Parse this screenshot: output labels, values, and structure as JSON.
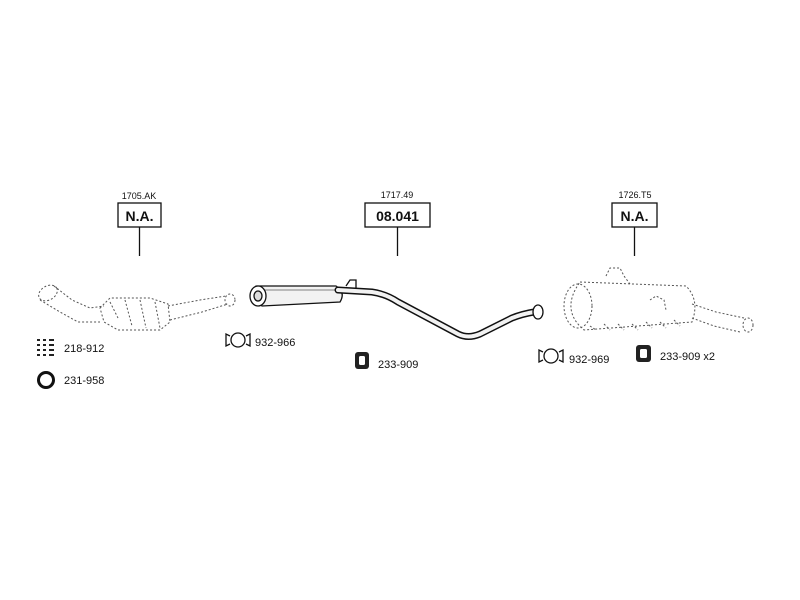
{
  "sections": [
    {
      "ref": "1705.AK",
      "code": "N.A."
    },
    {
      "ref": "1717.49",
      "code": "08.041"
    },
    {
      "ref": "1726.T5",
      "code": "N.A."
    }
  ],
  "accessories": [
    {
      "part": "218-912",
      "icon": "bolt-kit-icon"
    },
    {
      "part": "231-958",
      "icon": "gasket-ring-icon"
    },
    {
      "part": "932-966",
      "icon": "clamp-icon"
    },
    {
      "part": "233-909",
      "icon": "rubber-mount-icon"
    },
    {
      "part": "932-969",
      "icon": "clamp-icon"
    },
    {
      "part": "233-909 x2",
      "icon": "rubber-mount-icon"
    }
  ],
  "colors": {
    "line": "#111111",
    "fill": "#f2f2f2",
    "dotted": "#555555"
  }
}
